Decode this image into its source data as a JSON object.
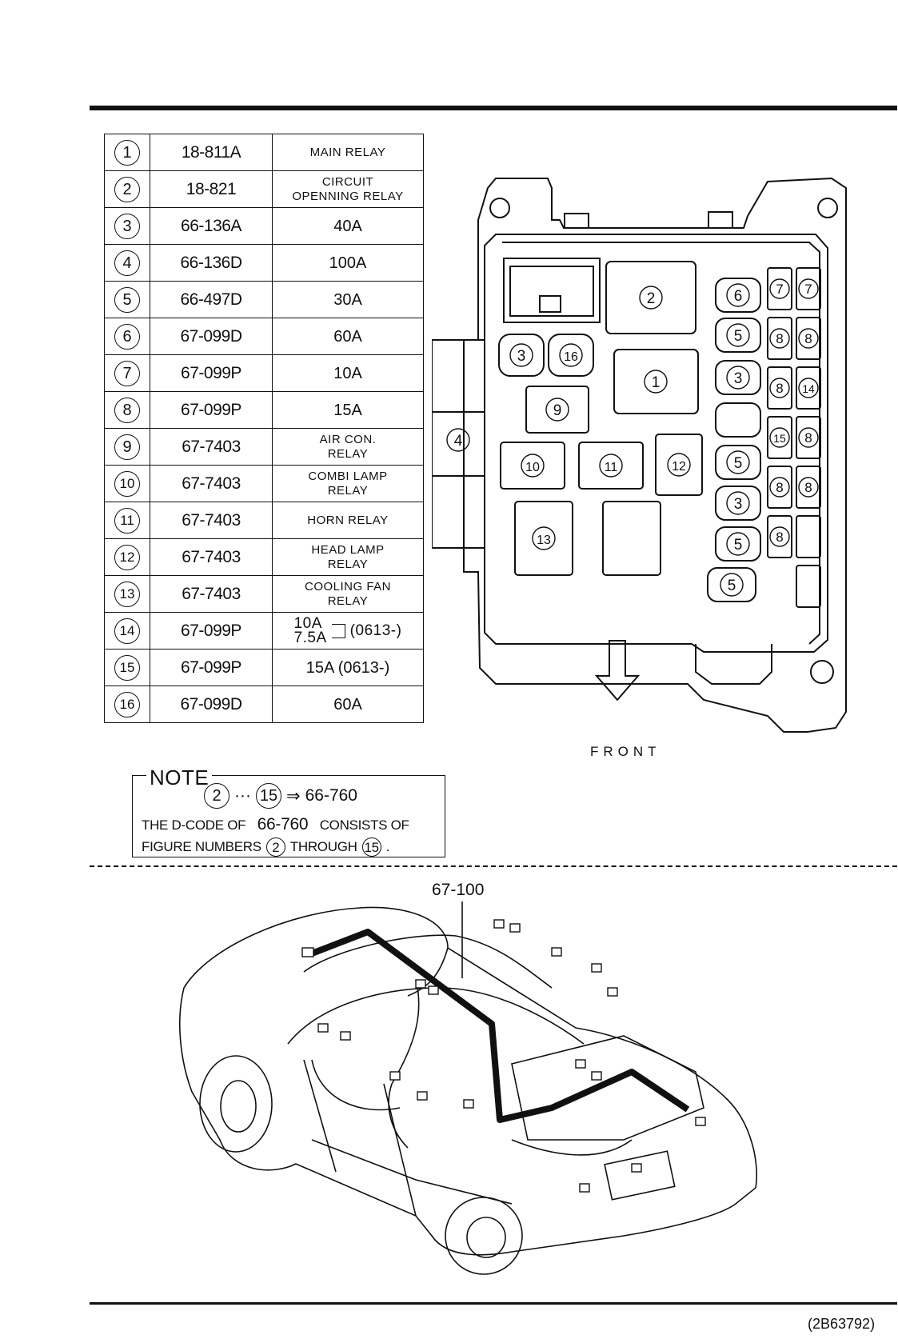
{
  "parts": [
    {
      "num": "1",
      "code": "18-811A",
      "desc": "MAIN RELAY"
    },
    {
      "num": "2",
      "code": "18-821",
      "desc": "CIRCUIT\nOPENNING RELAY"
    },
    {
      "num": "3",
      "code": "66-136A",
      "desc": "40A"
    },
    {
      "num": "4",
      "code": "66-136D",
      "desc": "100A"
    },
    {
      "num": "5",
      "code": "66-497D",
      "desc": "30A"
    },
    {
      "num": "6",
      "code": "67-099D",
      "desc": "60A"
    },
    {
      "num": "7",
      "code": "67-099P",
      "desc": "10A"
    },
    {
      "num": "8",
      "code": "67-099P",
      "desc": "15A"
    },
    {
      "num": "9",
      "code": "67-7403",
      "desc": "AIR CON.\nRELAY"
    },
    {
      "num": "10",
      "code": "67-7403",
      "desc": "COMBI LAMP\nRELAY"
    },
    {
      "num": "11",
      "code": "67-7403",
      "desc": "HORN RELAY"
    },
    {
      "num": "12",
      "code": "67-7403",
      "desc": "HEAD LAMP\nRELAY"
    },
    {
      "num": "13",
      "code": "67-7403",
      "desc": "COOLING FAN\nRELAY"
    },
    {
      "num": "14",
      "code": "67-099P",
      "desc_a": "10A",
      "desc_b": "7.5A",
      "desc_c": "(0613-)"
    },
    {
      "num": "15",
      "code": "67-099P",
      "desc": "15A (0613-)"
    },
    {
      "num": "16",
      "code": "67-099D",
      "desc": "60A"
    }
  ],
  "note": {
    "title": "NOTE",
    "from_num": "2",
    "range_sep": "···",
    "to_num": "15",
    "arrow": "⇒",
    "target": "66-760",
    "text_a": "THE D-CODE OF",
    "code": "66-760",
    "text_b": "CONSISTS OF",
    "text_c": "FIGURE NUMBERS",
    "text_d": "THROUGH",
    "end": "."
  },
  "box_labels": {
    "front": "FRONT",
    "n1": "1",
    "n2": "2",
    "n3": "3",
    "n4": "4",
    "n5": "5",
    "n6": "6",
    "n7": "7",
    "n8": "8",
    "n9": "9",
    "n10": "10",
    "n11": "11",
    "n12": "12",
    "n13": "13",
    "n14": "14",
    "n15": "15",
    "n16": "16"
  },
  "car": {
    "callout": "67-100"
  },
  "doc_id": "(2B63792)"
}
